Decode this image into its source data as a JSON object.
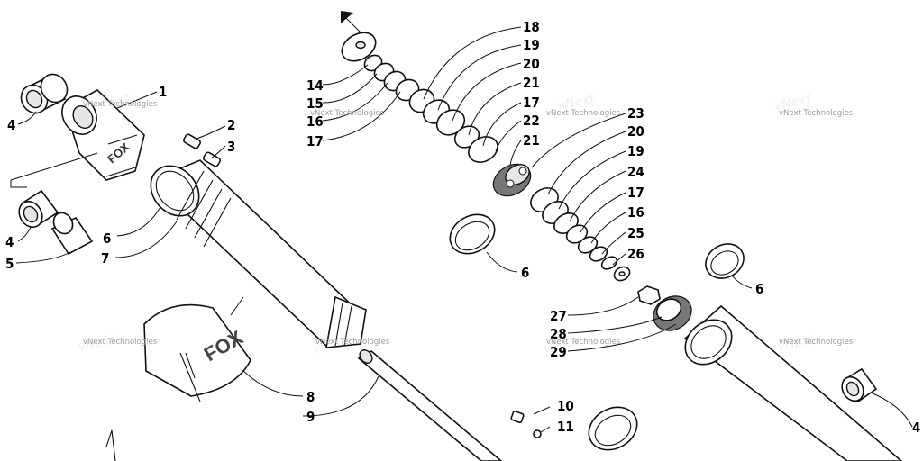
{
  "labels": {
    "l1": "1",
    "l2": "2",
    "l3": "3",
    "l4a": "4",
    "l4b": "4",
    "l4c": "4",
    "l5": "5",
    "l6a": "6",
    "l6b": "6",
    "l6c": "6",
    "l7": "7",
    "l8": "8",
    "l9": "9",
    "l10": "10",
    "l11": "11",
    "l14": "14",
    "l15": "15",
    "l16a": "16",
    "l16b": "16",
    "l17a": "17",
    "l17b": "17",
    "l17c": "17",
    "l18": "18",
    "l19a": "19",
    "l19b": "19",
    "l20a": "20",
    "l20b": "20",
    "l21a": "21",
    "l21b": "21",
    "l22": "22",
    "l23": "23",
    "l24": "24",
    "l25": "25",
    "l26": "26",
    "l27": "27",
    "l28": "28",
    "l29": "29"
  },
  "watermark": "vNext Technologies",
  "logo_text": "FOX"
}
